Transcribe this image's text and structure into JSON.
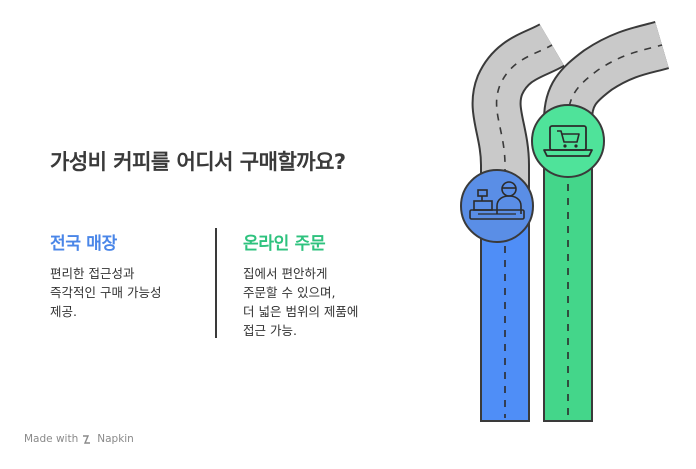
{
  "title": "가성비 커피를 어디서 구매할까요?",
  "options": [
    {
      "title": "전국 매장",
      "description": "편리한 접근성과\n즉각적인 구매 가능성\n제공.",
      "color": "#4a86e8",
      "icon": "cashier-register-icon"
    },
    {
      "title": "온라인 주문",
      "description": "집에서 편안하게\n주문할 수 있으며,\n더 넓은 범위의 제품에\n접근 가능.",
      "color": "#2ec27e",
      "icon": "laptop-shopping-cart-icon"
    }
  ],
  "footer": {
    "made_with": "Made with",
    "brand": "Napkin"
  }
}
